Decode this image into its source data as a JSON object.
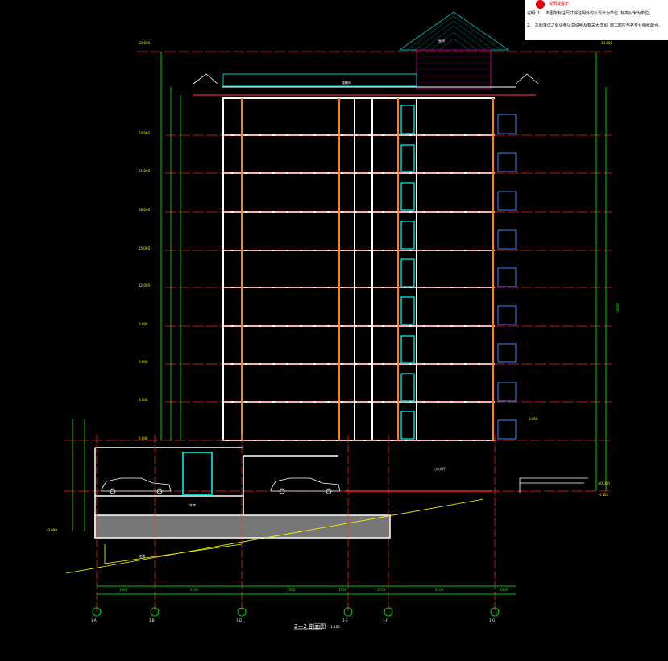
{
  "notes": {
    "heading": "说明及提示",
    "line1": "说明: 1、  本图所标注尺寸除注明外均以毫米为单位, 标高以米为单位。",
    "line2": "2、  本图未详之处请参见总说明及有关大样图, 施工时应与各专业图纸配合。"
  },
  "drawing_title": "2—2 剖面图",
  "drawing_scale": "1:100",
  "axes": [
    "1-A",
    "1-B",
    "1-D",
    "1-E",
    "1-F",
    "1-G"
  ],
  "labels": {
    "roof_top": "屋顶",
    "stair_room": "楼梯间",
    "parking": "车库",
    "lobby": "入口大厅",
    "ramp": "坡道",
    "left_el": "33.600",
    "right_el": "33.600",
    "ground_el": "±0.000",
    "basement_el": "-3.900",
    "canopy_el": "3.650",
    "step_el": "-0.150",
    "overall_height": "34800"
  },
  "floor_elevations": [
    "24.000",
    "21.000",
    "18.000",
    "15.000",
    "12.000",
    "9.000",
    "6.000",
    "3.000",
    "0.000"
  ],
  "bottom_dims": [
    "1900",
    "5100",
    "7500",
    "1500",
    "2700",
    "2100",
    "3300"
  ]
}
